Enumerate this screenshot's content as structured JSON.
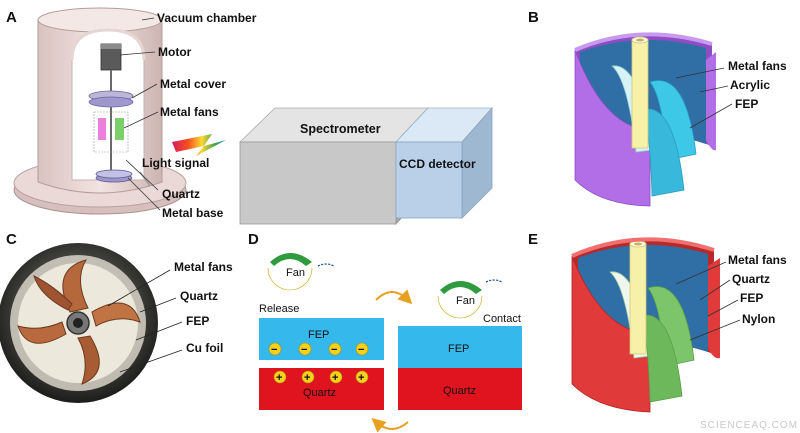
{
  "panels": {
    "a": "A",
    "b": "B",
    "c": "C",
    "d": "D",
    "e": "E"
  },
  "panel_a": {
    "vacuum_chamber": "Vacuum chamber",
    "motor": "Motor",
    "metal_cover": "Metal cover",
    "metal_fans": "Metal fans",
    "light_signal": "Light signal",
    "quartz": "Quartz",
    "metal_base": "Metal base",
    "spectrometer": "Spectrometer",
    "ccd_detector": "CCD detector"
  },
  "panel_b": {
    "metal_fans": "Metal fans",
    "acrylic": "Acrylic",
    "fep": "FEP"
  },
  "panel_c": {
    "metal_fans": "Metal fans",
    "quartz": "Quartz",
    "fep": "FEP",
    "cu_foil": "Cu foil"
  },
  "panel_d": {
    "fan_left": "Fan",
    "fan_right": "Fan",
    "release": "Release",
    "contact": "Contact",
    "fep_left": "FEP",
    "quartz_left": "Quartz",
    "fep_right": "FEP",
    "quartz_right": "Quartz",
    "neg_sign": "−",
    "pos_sign": "+"
  },
  "panel_e": {
    "metal_fans": "Metal fans",
    "quartz": "Quartz",
    "fep": "FEP",
    "nylon": "Nylon"
  },
  "watermark": "SCIENCEAQ.COM",
  "colors": {
    "chamber": "#e9d7d4",
    "purple": "#b26ee6",
    "red": "#e03a3a",
    "cyan": "#3ec8e8",
    "green": "#7dc56b",
    "yellow": "#f6f0a8",
    "copper": "#b5683c",
    "fep_blue": "#35b9ec",
    "quartz_red": "#e0141e",
    "orange": "#e8a020"
  }
}
